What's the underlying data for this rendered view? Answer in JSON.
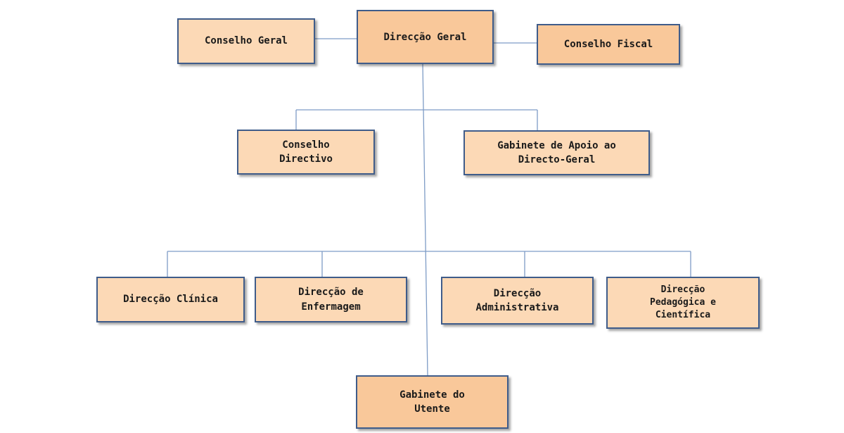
{
  "org_chart": {
    "top": {
      "direccao_geral": "Direcção Geral",
      "conselho_geral": "Conselho Geral",
      "conselho_fiscal": "Conselho Fiscal"
    },
    "second_level": {
      "conselho_directivo": "Conselho\nDirectivo",
      "gabinete_apoio": "Gabinete de Apoio ao\nDirecto-Geral"
    },
    "third_level": {
      "direccao_clinica": "Direcção Clínica",
      "direccao_enfermagem": "Direcção de\nEnfermagem",
      "direccao_administrativa": "Direcção\nAdministrativa",
      "direccao_pedagogica": "Direcção\nPedagógica e\nCientífica"
    },
    "bottom": {
      "gabinete_utente": "Gabinete do\nUtente"
    }
  },
  "colors": {
    "dark_fill": "#f9c89a",
    "light_fill": "#fcd9b6",
    "border": "#3f5c8a",
    "connector": "#7e9cc6"
  }
}
